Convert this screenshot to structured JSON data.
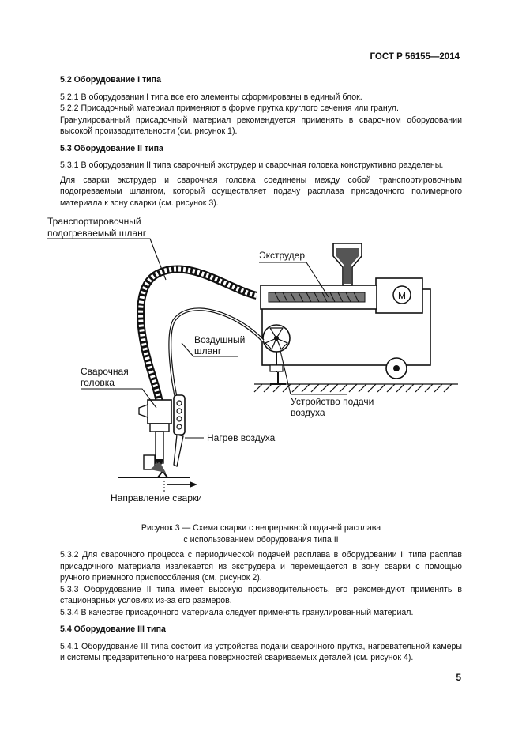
{
  "header": {
    "standard": "ГОСТ Р 56155—2014"
  },
  "section_5_2": {
    "heading": "5.2 Оборудование I типа",
    "p1": "5.2.1 В оборудовании I типа все его элементы сформированы в единый блок.",
    "p2": "5.2.2 Присадочный материал применяют в форме прутка круглого сечения или гранул.",
    "p3": "Гранулированный присадочный материал рекомендуется применять в сварочном оборудовании высокой производительности (см. рисунок 1)."
  },
  "section_5_3": {
    "heading": "5.3 Оборудование II типа",
    "p1": "5.3.1 В оборудовании II типа сварочный экструдер и сварочная головка конструктивно разделены.",
    "p2": "Для сварки экструдер и сварочная головка соединены между собой транспортировочным подогреваемым шлангом, который осуществляет подачу расплава присадочного полимерного материала к зону сварки (см. рисунок 3)."
  },
  "figure": {
    "labels": {
      "hose_line1": "Транспортировочный",
      "hose_line2": "подогреваемый шланг",
      "extruder": "Экструдер",
      "motor": "M",
      "air_hose_line1": "Воздушный",
      "air_hose_line2": "шланг",
      "head_line1": "Сварочная",
      "head_line2": "головка",
      "air_supply_line1": "Устройство подачи",
      "air_supply_line2": "воздуха",
      "air_heating": "Нагрев воздуха",
      "direction": "Направление сварки"
    },
    "caption_line1": "Рисунок 3 — Схема сварки с непрерывной подачей расплава",
    "caption_line2": "с использованием оборудования типа II"
  },
  "section_5_3_cont": {
    "p1": "5.3.2 Для сварочного процесса с периодической подачей расплава в оборудовании II типа расплав присадочного материала извлекается из экструдера и перемещается в зону сварки с помощью ручного приемного приспособления (см. рисунок 2).",
    "p2": "5.3.3 Оборудование II типа имеет высокую производительность, его рекомендуют применять в стационарных условиях из-за его размеров.",
    "p3": "5.3.4 В качестве присадочного материала следует применять гранулированный материал."
  },
  "section_5_4": {
    "heading": "5.4 Оборудование III типа",
    "p1": "5.4.1 Оборудование III типа состоит из устройства подачи сварочного прутка, нагревательной камеры и системы предварительного нагрева поверхностей свариваемых деталей (см. рисунок 4)."
  },
  "footer": {
    "page_number": "5"
  }
}
